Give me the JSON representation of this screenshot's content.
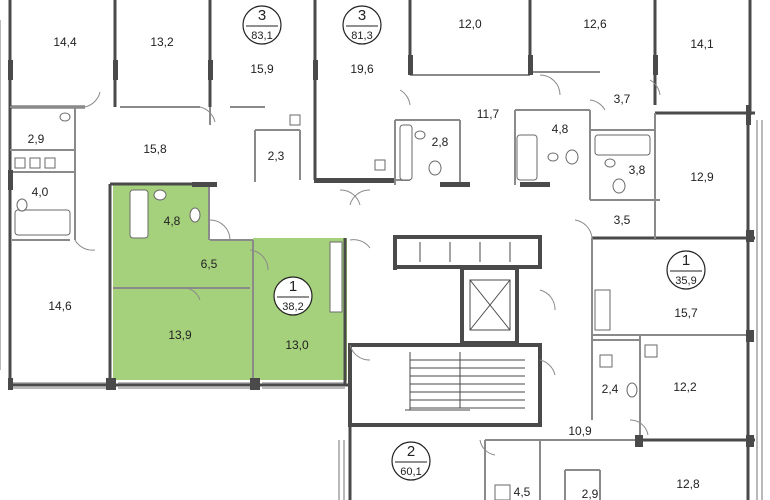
{
  "colors": {
    "wall": "#4a4a4a",
    "partition": "#8a8a8a",
    "highlight": "#a6d17c",
    "highlight_dark": "#8dbf63",
    "window": "#b9b9b9"
  },
  "highlighted_apartment": {
    "rooms": 1,
    "area": "38,2"
  },
  "badges": [
    {
      "rooms": "3",
      "area": "83,1"
    },
    {
      "rooms": "3",
      "area": "81,3"
    },
    {
      "rooms": "1",
      "area": "38,2"
    },
    {
      "rooms": "1",
      "area": "35,9"
    },
    {
      "rooms": "2",
      "area": "60,1"
    }
  ],
  "room_areas": [
    "14,4",
    "13,2",
    "15,9",
    "19,6",
    "12,0",
    "12,6",
    "14,1",
    "2,9",
    "15,8",
    "2,3",
    "11,7",
    "4,8",
    "3,7",
    "2,8",
    "4,0",
    "3,8",
    "12,9",
    "4,8",
    "6,5",
    "3,5",
    "14,6",
    "13,9",
    "13,0",
    "15,7",
    "12,2",
    "2,4",
    "10,9",
    "12,8",
    "4,5",
    "2,9"
  ]
}
